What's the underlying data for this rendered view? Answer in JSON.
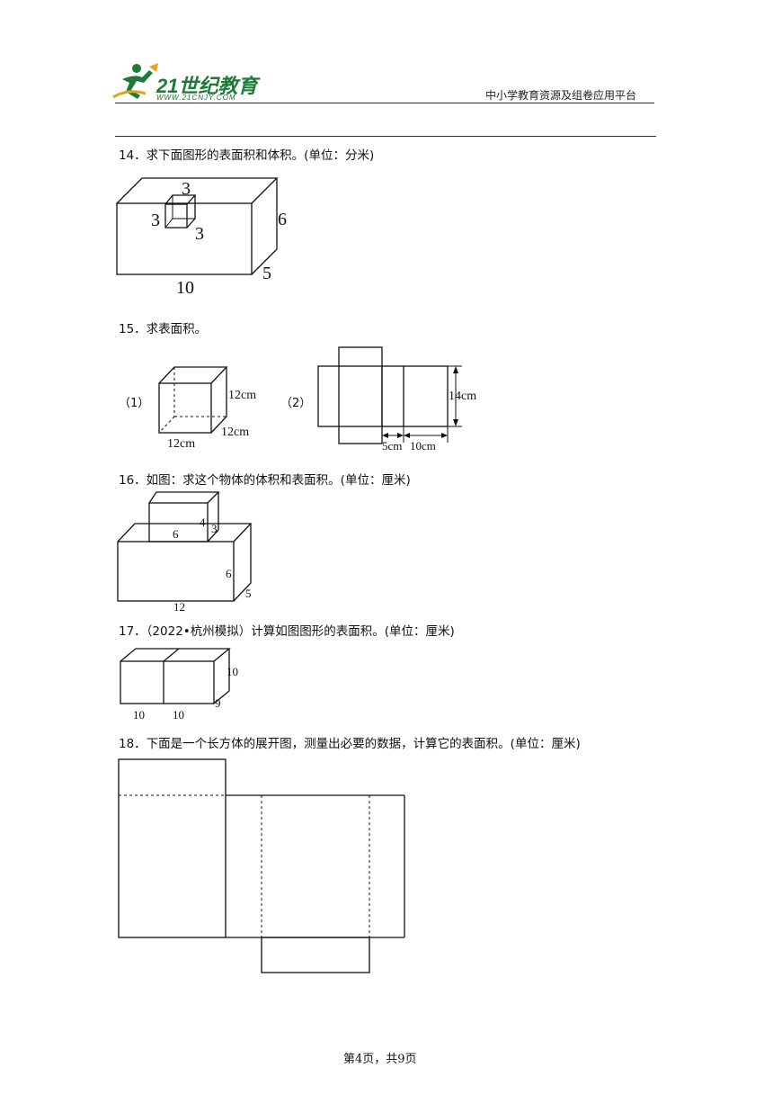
{
  "header": {
    "logo_text": "21世纪教育",
    "logo_url": "WWW.21CNJY.COM",
    "platform": "中小学教育资源及组卷应用平台"
  },
  "questions": [
    {
      "text": "14．求下面图形的表面积和体积。(单位：分米)",
      "labels": {
        "top": "3",
        "left": "3",
        "depth": "3",
        "height": "6",
        "width": "5",
        "length": "10"
      }
    },
    {
      "text": "15．求表面积。",
      "part1": {
        "label": "（1）",
        "height": "12cm",
        "depth": "12cm",
        "width": "12cm"
      },
      "part2": {
        "label": "（2）",
        "height": "14cm",
        "small": "5cm",
        "wide": "10cm"
      }
    },
    {
      "text": "16．如图：求这个物体的体积和表面积。(单位：厘米)",
      "labels": {
        "top_h": "4",
        "top_d": "3",
        "top_w": "6",
        "bot_h": "6",
        "bot_d": "5",
        "bot_w": "12"
      }
    },
    {
      "text": "17．（2022•杭州模拟）计算如图图形的表面积。(单位：厘米)",
      "labels": {
        "height": "10",
        "depth": "9",
        "w1": "10",
        "w2": "10"
      }
    },
    {
      "text": "18．下面是一个长方体的展开图，测量出必要的数据，计算它的表面积。(单位：厘米)"
    }
  ],
  "footer": {
    "page": "第4页，共9页"
  },
  "colors": {
    "logo_green": "#1f7a3a",
    "logo_accent": "#e8a020"
  }
}
